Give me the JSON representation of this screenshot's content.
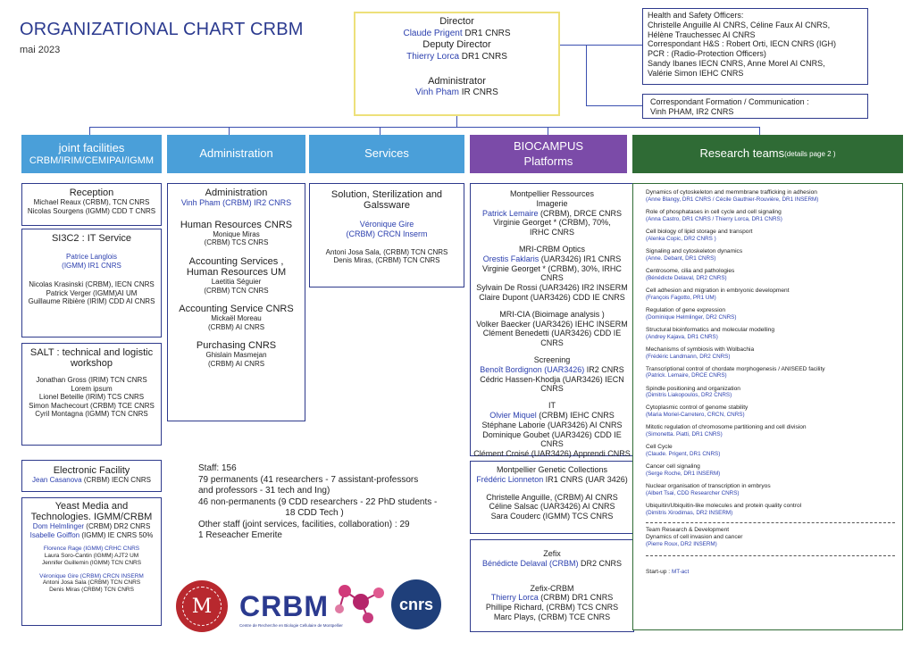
{
  "title": "ORGANIZATIONAL CHART CRBM",
  "date": "mai 2023",
  "direction": {
    "director_label": "Director",
    "director_name": "Claude Prigent",
    "director_rank": " DR1 CNRS",
    "deputy_label": "Deputy Director",
    "deputy_name": "Thierry Lorca",
    "deputy_rank": " DR1 CNRS",
    "admin_label": "Administrator",
    "admin_name": "Vinh Pham",
    "admin_rank": " IR CNRS"
  },
  "safety": {
    "lines": [
      "Health and Safety Officers:",
      "Christelle Anguille AI CNRS, Céline Faux AI CNRS,",
      "Hélène Trauchessec AI CNRS",
      "Correspondant H&S : Robert Orti, IECN CNRS (IGH)",
      "PCR : (Radio-Protection Officers)",
      "Sandy Ibanes IECN CNRS, Anne Morel AI CNRS,",
      "Valérie Simon IEHC CNRS"
    ]
  },
  "formation": {
    "lines": [
      "Correspondant Formation / Communication :",
      "Vinh PHAM, IR2 CNRS"
    ]
  },
  "headers": {
    "joint": [
      "joint facilities",
      "CRBM/IRIM/CEMIPAI/IGMM"
    ],
    "administration": "Administration",
    "services": "Services",
    "biocampus": [
      "BIOCAMPUS",
      "Platforms"
    ],
    "research": "Research teams",
    "research_small": " (details page 2 )"
  },
  "col1": {
    "reception": {
      "title": "Reception",
      "lines": [
        "Michael Reaux (CRBM), TCN CNRS",
        "Nicolas Sourgens (IGMM) CDD T CNRS"
      ]
    },
    "si3c2": {
      "title": "SI3C2 : IT Service",
      "blue": [
        "Patrice Langlois",
        "(IGMM) IR1 CNRS"
      ],
      "lines": [
        "Nicolas Krasinski (CRBM), IECN CNRS",
        "Patrick Verger (IGMM)AI UM",
        "Guillaume Ribière (IRIM) CDD AI CNRS"
      ]
    },
    "salt": {
      "title": [
        "SALT : technical and logistic",
        "workshop"
      ],
      "lines": [
        "Jonathan Gross (IRIM) TCN CNRS",
        "Lorem ipsum",
        "Lionel Beteille (IRIM) TCS CNRS",
        "Simon Machecourt (CRBM) TCE CNRS",
        "Cyril Montagna (IGMM) TCN CNRS"
      ]
    },
    "electronic": {
      "title": "Electronic Facility",
      "name": "Jean Casanova",
      "rest": " (CRBM) IECN CNRS"
    },
    "yeast": {
      "title": [
        "Yeast Media and",
        "Technologies. IGMM/CRBM"
      ],
      "l1_name": "Dom Helmlinger",
      "l1_rest": " (CRBM) DR2 CNRS",
      "l2_name": "Isabelle Goiffon",
      "l2_rest": " (IGMM) IE CNRS 50%",
      "l3": "Florence Rage (IGMM) CRHC CNRS",
      "l4": "Laura Soro-Cantin (IGMM) AJT2 UM",
      "l5": "Jennifer Guillemin (IGMM) TCN CNRS",
      "l6": "Véronique Gire (CRBM) CRCN INSERM",
      "l7": "Antoni Josa Sala (CRBM) TCN CNRS",
      "l8": "Denis Miras (CRBM) TCN CNRS"
    }
  },
  "col2": {
    "s1": {
      "title": "Administration",
      "name": "Vinh Pham (CRBM) IR2 CNRS"
    },
    "s2": {
      "title": "Human Resources CNRS",
      "lines": [
        "Monique Miras",
        "(CRBM) TCS CNRS"
      ]
    },
    "s3": {
      "title": [
        "Accounting Services ,",
        "Human Resources UM"
      ],
      "lines": [
        "Laetitia Séguier",
        "(CRBM) TCN CNRS"
      ]
    },
    "s4": {
      "title": "Accounting Service CNRS",
      "lines": [
        "Mickaël Moreau",
        "(CRBM) AI CNRS"
      ]
    },
    "s5": {
      "title": "Purchasing CNRS",
      "lines": [
        "Ghislain Masmejan",
        "(CRBM) AI CNRS"
      ]
    }
  },
  "col3": {
    "title": [
      "Solution, Sterilization and",
      "Galssware"
    ],
    "blue": [
      "Véronique Gire",
      "(CRBM) CRCN Inserm"
    ],
    "lines": [
      "Antoni Josa Sala, (CRBM) TCN CNRS",
      "Denis Miras, (CRBM) TCN CNRS"
    ]
  },
  "staff": {
    "lines": [
      "Staff:  156",
      " 79 permanents (41 researchers - 7 assistant-professors",
      "and professors - 31 tech and Ing)",
      "46 non-permanents (9 CDD researchers - 22 PhD students -",
      "18 CDD Tech )",
      " Other staff (joint services, facilities, collaboration) : 29",
      "1 Reseacher Emerite"
    ]
  },
  "col4": {
    "mri": {
      "t1": [
        "Montpellier Ressources",
        "Imagerie"
      ],
      "b1_name": "Patrick Lemaire",
      "b1_rest": " (CRBM), DRCE CNRS",
      "b2": [
        "Virginie Georget * (CRBM), 70%,",
        "IRHC CNRS"
      ],
      "t2": "MRI-CRBM Optics",
      "b3_name": "Orestis Faklaris",
      "b3_rest": " (UAR3426) IR1 CNRS",
      "b4": [
        "Virginie Georget * (CRBM), 30%, IRHC CNRS",
        "Sylvain De Rossi (UAR3426) IR2 INSERM",
        "Claire Dupont (UAR3426) CDD IE CNRS"
      ],
      "t3": "MRI-CIA (Bioimage analysis )",
      "b5": [
        "Volker Baecker (UAR3426) IEHC INSERM",
        "Clément Benedetti (UAR3426) CDD IE CNRS"
      ],
      "t4": "Screening",
      "b6_name": "Benoît Bordignon (UAR3426)",
      "b6_rest": " IR2 CNRS",
      "b7": "Cédric Hassen-Khodja (UAR3426) IECN CNRS",
      "t5": "IT",
      "b8_name": "Olvier Miquel",
      "b8_rest": " (CRBM) IEHC CNRS",
      "b9": [
        "Stéphane Laborie (UAR3426) AI CNRS",
        "Dominique Goubet (UAR3426) CDD IE CNRS",
        "Clément Croisé (UAR3426) Apprendi CNRS"
      ]
    },
    "genetic": {
      "title": "Montpellier Genetic Collections",
      "lead_name": "Frédéric Lionneton",
      "lead_rest": "  IR1 CNRS (UAR 3426)",
      "lines": [
        "Christelle Anguille, (CRBM) AI CNRS",
        "Céline Salsac (UAR3426) AI CNRS",
        "Sara Couderc (IGMM) TCS CNRS"
      ]
    },
    "zefix": {
      "title": "Zefix",
      "lead_name": "Bénédicte Delaval (CRBM)",
      "lead_rest": " DR2 CNRS",
      "title2": "Zefix-CRBM",
      "l1_name": "Thierry Lorca",
      "l1_rest": " (CRBM) DR1 CNRS",
      "lines": [
        "Phillipe Richard, (CRBM) TCS CNRS",
        "Marc Plays, (CRBM) TCE CNRS"
      ]
    }
  },
  "research": {
    "items": [
      {
        "n": "Dynamics of cytoskeleton and memmbrane trafficking in adhesion",
        "p": "(Anne Blangy, DR1 CNRS / Cécile Gauthier-Rouvière, DR1 INSERM)"
      },
      {
        "n": "Role of phosphatases in cell cycle and cell signaling",
        "p": "(Anna Castro, DR1 CNRS / Thierry Lorca, DR1 CNRS)"
      },
      {
        "n": "Cell biology of lipid storage and transport",
        "p": "(Alenka Copic, DR2 CNRS )"
      },
      {
        "n": "Signaling and cytoskeleton dynamics",
        "p": "(Anne. Debant, DR1 CNRS)"
      },
      {
        "n": "Centrosome, cilia and pathologies",
        "p": "(Bénédicte Delaval, DR2 CNRS)"
      },
      {
        "n": "Cell adhesion and migration in embryonic development",
        "p": "(François Fagotto, PR1 UM)"
      },
      {
        "n": "Regulation of gene expression",
        "p": "(Dominique Helmlinger, DR2 CNRS)"
      },
      {
        "n": "Structural bioinformatics and molecular modelling",
        "p": "(Andrey Kajava, DR1 CNRS)"
      },
      {
        "n": "Mechanisms of symbiosis with Wolbachia",
        "p": "(Frédéric Landmann, DR2 CNRS)"
      },
      {
        "n": "Transcriptional control of chordate morphogenesis / ANISEED facility",
        "p": "(Patrick. Lemaire, DRCE CNRS)"
      },
      {
        "n": "Spindle positioning and organization",
        "p": "(Dimitris Liakopoulos, DR2 CNRS)"
      },
      {
        "n": "Cytoplasmic control of genome stability",
        "p": "(Maria Moriel-Carretero, CRCN, CNRS)"
      },
      {
        "n": "Mitotic regulation of chromosome partitioning and cell division",
        "p": "(Simonetta. Piatti, DR1 CNRS)"
      },
      {
        "n": "Cell Cycle",
        "p": "(Claude. Prigent, DR1 CNRS)"
      },
      {
        "n": "Cancer cell signaling",
        "p": "(Serge Roche, DR1 INSERM)"
      },
      {
        "n": "Nuclear organisation of transcription in embryos",
        "p": "(Albert Tsai, CDD Researcher CNRS)"
      },
      {
        "n": "Ubiquitin/Ubiquitin-like molecules and protein quality control",
        "p": "(Dimitris Xirodimas, DR2 INSERM)"
      }
    ],
    "rd": {
      "l1": "Team Research & Development",
      "l2": "Dynamics of cell invasion and cancer",
      "p": "(Pierre Roux, DR2 INSERM)"
    },
    "startup_label": "Start-up : ",
    "startup_name": "MT-act"
  },
  "logos": {
    "crbm": "CRBM",
    "crbm_sub": "Centre de Recherche en Biologie Cellulaire de Montpellier",
    "cnrs": "cnrs"
  }
}
